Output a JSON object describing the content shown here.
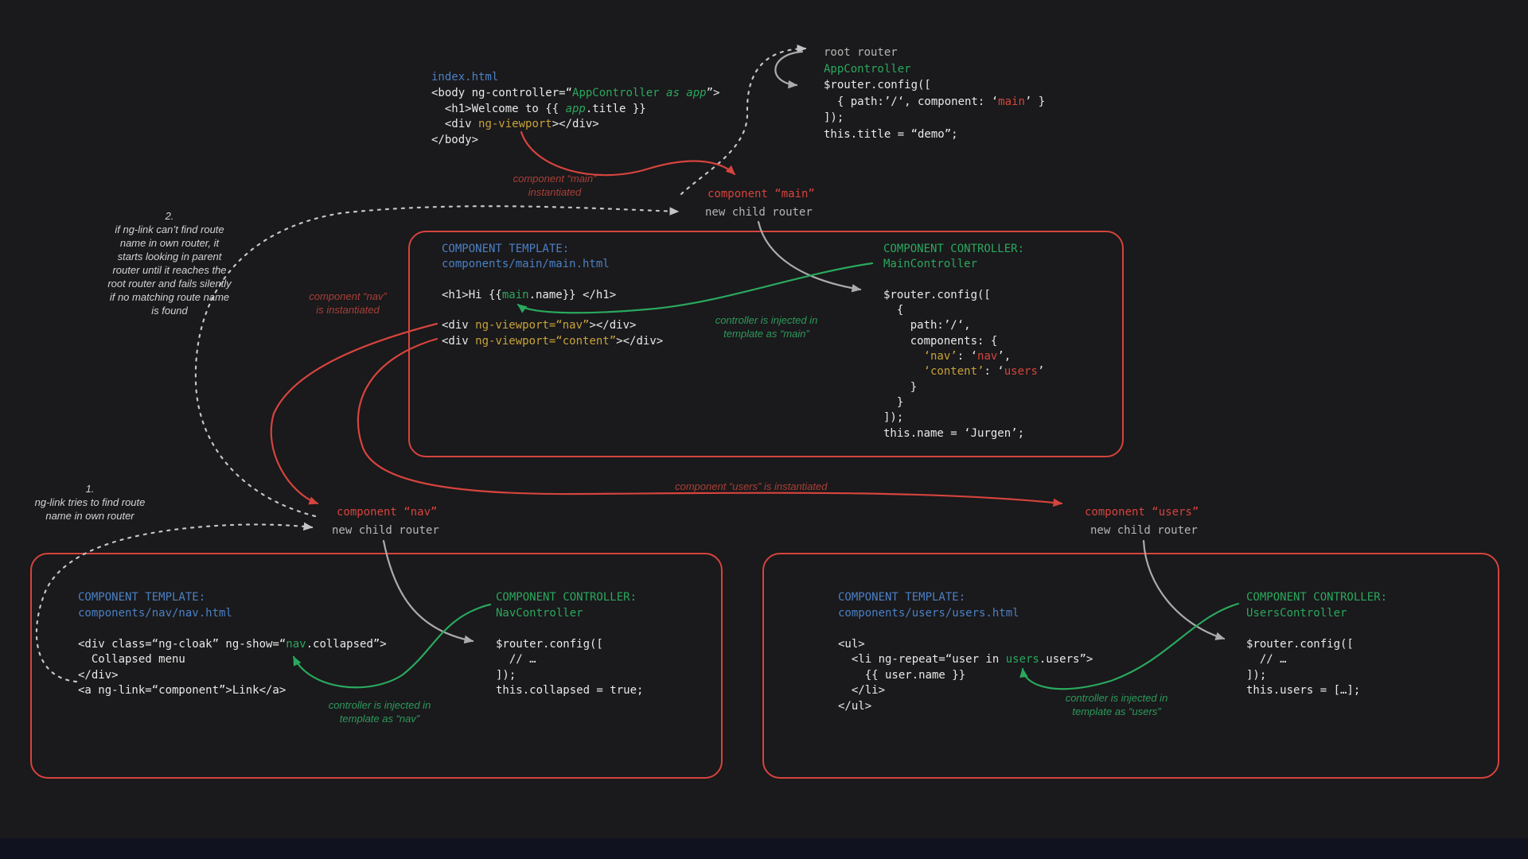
{
  "styles": {
    "w": {
      "color": "#e9e9e9"
    },
    "gray": {
      "color": "#b5b5b5"
    },
    "blue": {
      "color": "#4b80c4"
    },
    "g": {
      "color": "#2aa85e"
    },
    "gi": {
      "color": "#2aa85e",
      "italic": true
    },
    "y": {
      "color": "#c7a33b"
    },
    "r": {
      "color": "#d5443e"
    },
    "red_dim": {
      "color": "#a84038"
    },
    "green_dim": {
      "color": "#2c9a5c"
    },
    "note": {
      "color": "#d4d4d4"
    },
    "arrow_gray": {
      "color": "#ababab"
    },
    "arrow_dash": {
      "color": "#c4c4c4"
    }
  },
  "colors": {
    "background": "#1a191b",
    "box_border": "#d5443e",
    "bottom_bar": "#10131f"
  },
  "index_block": {
    "lines": [
      [
        [
          "blue",
          "index.html"
        ]
      ],
      [
        [
          "w",
          "<body ng-controller=“"
        ],
        [
          "g",
          "AppController"
        ],
        [
          "gi",
          " as app"
        ],
        [
          "w",
          "”>"
        ]
      ],
      [
        [
          "w",
          "  <h1>Welcome to {{ "
        ],
        [
          "gi",
          "app"
        ],
        [
          "w",
          ".title }}"
        ]
      ],
      [
        [
          "w",
          "  <div "
        ],
        [
          "y",
          "ng-viewport"
        ],
        [
          "w",
          "></div>"
        ]
      ],
      [
        [
          "w",
          "</body>"
        ]
      ]
    ]
  },
  "root_block": {
    "lines": [
      [
        [
          "gray",
          "root router"
        ]
      ],
      [
        [
          "g",
          "AppController"
        ]
      ],
      [
        [
          "w",
          "$router.config(["
        ]
      ],
      [
        [
          "w",
          "  { path:’/‘, component: ‘"
        ],
        [
          "r",
          "main"
        ],
        [
          "w",
          "’ }"
        ]
      ],
      [
        [
          "w",
          "]);"
        ]
      ],
      [
        [
          "w",
          "this.title = “demo”;"
        ]
      ]
    ]
  },
  "main_box": {
    "template": {
      "lines": [
        [
          [
            "blue",
            "COMPONENT TEMPLATE:"
          ]
        ],
        [
          [
            "blue",
            "components/main/main.html"
          ]
        ],
        [],
        [
          [
            "w",
            "<h1>Hi {{"
          ],
          [
            "g",
            "main"
          ],
          [
            "w",
            ".name}} </h1>"
          ]
        ],
        [],
        [
          [
            "w",
            "<div "
          ],
          [
            "y",
            "ng-viewport=“nav”"
          ],
          [
            "w",
            "></div>"
          ]
        ],
        [
          [
            "w",
            "<div "
          ],
          [
            "y",
            "ng-viewport=“content”"
          ],
          [
            "w",
            "></div>"
          ]
        ]
      ]
    },
    "controller": {
      "lines": [
        [
          [
            "g",
            "COMPONENT CONTROLLER:"
          ]
        ],
        [
          [
            "g",
            "MainController"
          ]
        ],
        [],
        [
          [
            "w",
            "$router.config(["
          ]
        ],
        [
          [
            "w",
            "  {"
          ]
        ],
        [
          [
            "w",
            "    path:’/‘,"
          ]
        ],
        [
          [
            "w",
            "    components: {"
          ]
        ],
        [
          [
            "w",
            "      "
          ],
          [
            "y",
            "‘nav’"
          ],
          [
            "w",
            ": ‘"
          ],
          [
            "r",
            "nav"
          ],
          [
            "w",
            "’,"
          ]
        ],
        [
          [
            "w",
            "      "
          ],
          [
            "y",
            "‘content’"
          ],
          [
            "w",
            ": ‘"
          ],
          [
            "r",
            "users"
          ],
          [
            "w",
            "’"
          ]
        ],
        [
          [
            "w",
            "    }"
          ]
        ],
        [
          [
            "w",
            "  }"
          ]
        ],
        [
          [
            "w",
            "]);"
          ]
        ],
        [
          [
            "w",
            "this.name = ‘Jurgen’;"
          ]
        ]
      ]
    }
  },
  "nav_box": {
    "template": {
      "lines": [
        [
          [
            "blue",
            "COMPONENT TEMPLATE:"
          ]
        ],
        [
          [
            "blue",
            "components/nav/nav.html"
          ]
        ],
        [],
        [
          [
            "w",
            "<div class=“ng-cloak” ng-show=“"
          ],
          [
            "g",
            "nav"
          ],
          [
            "w",
            ".collapsed”>"
          ]
        ],
        [
          [
            "w",
            "  Collapsed menu"
          ]
        ],
        [
          [
            "w",
            "</div>"
          ]
        ],
        [
          [
            "w",
            "<a ng-link=“component”>Link</a>"
          ]
        ]
      ]
    },
    "controller": {
      "lines": [
        [
          [
            "g",
            "COMPONENT CONTROLLER:"
          ]
        ],
        [
          [
            "g",
            "NavController"
          ]
        ],
        [],
        [
          [
            "w",
            "$router.config(["
          ]
        ],
        [
          [
            "w",
            "  // …"
          ]
        ],
        [
          [
            "w",
            "]);"
          ]
        ],
        [
          [
            "w",
            "this.collapsed = true;"
          ]
        ]
      ]
    }
  },
  "users_box": {
    "template": {
      "lines": [
        [
          [
            "blue",
            "COMPONENT TEMPLATE:"
          ]
        ],
        [
          [
            "blue",
            "components/users/users.html"
          ]
        ],
        [],
        [
          [
            "w",
            "<ul>"
          ]
        ],
        [
          [
            "w",
            "  <li ng-repeat=“user in "
          ],
          [
            "g",
            "users"
          ],
          [
            "w",
            ".users”>"
          ]
        ],
        [
          [
            "w",
            "    {{ user.name }}"
          ]
        ],
        [
          [
            "w",
            "  </li>"
          ]
        ],
        [
          [
            "w",
            "</ul>"
          ]
        ]
      ]
    },
    "controller": {
      "lines": [
        [
          [
            "g",
            "COMPONENT CONTROLLER:"
          ]
        ],
        [
          [
            "g",
            "UsersController"
          ]
        ],
        [],
        [
          [
            "w",
            "$router.config(["
          ]
        ],
        [
          [
            "w",
            "  // …"
          ]
        ],
        [
          [
            "w",
            "]);"
          ]
        ],
        [
          [
            "w",
            "this.users = […];"
          ]
        ]
      ]
    }
  },
  "labels": {
    "main": {
      "component": "component “main”",
      "router": "new child router"
    },
    "nav": {
      "component": "component “nav”",
      "router": "new child router"
    },
    "users": {
      "component": "component “users”",
      "router": "new child router"
    }
  },
  "annotations": {
    "main_instantiated": "component “main”\ninstantiated",
    "nav_instantiated": "component “nav”\nis instantiated",
    "users_instantiated": "component “users” is instantiated",
    "injected_main": "controller is injected in\ntemplate as “main”",
    "injected_nav": "controller is injected in\ntemplate as “nav”",
    "injected_users": "controller is injected in\ntemplate as “users”",
    "note_1": "1.\nng-link tries to find route\nname in own router",
    "note_2": "2.\nif ng-link can’t find route\nname in own router, it\nstarts looking in parent\nrouter until it reaches the\nroot router and fails silently\nif no matching route name\nis found"
  }
}
